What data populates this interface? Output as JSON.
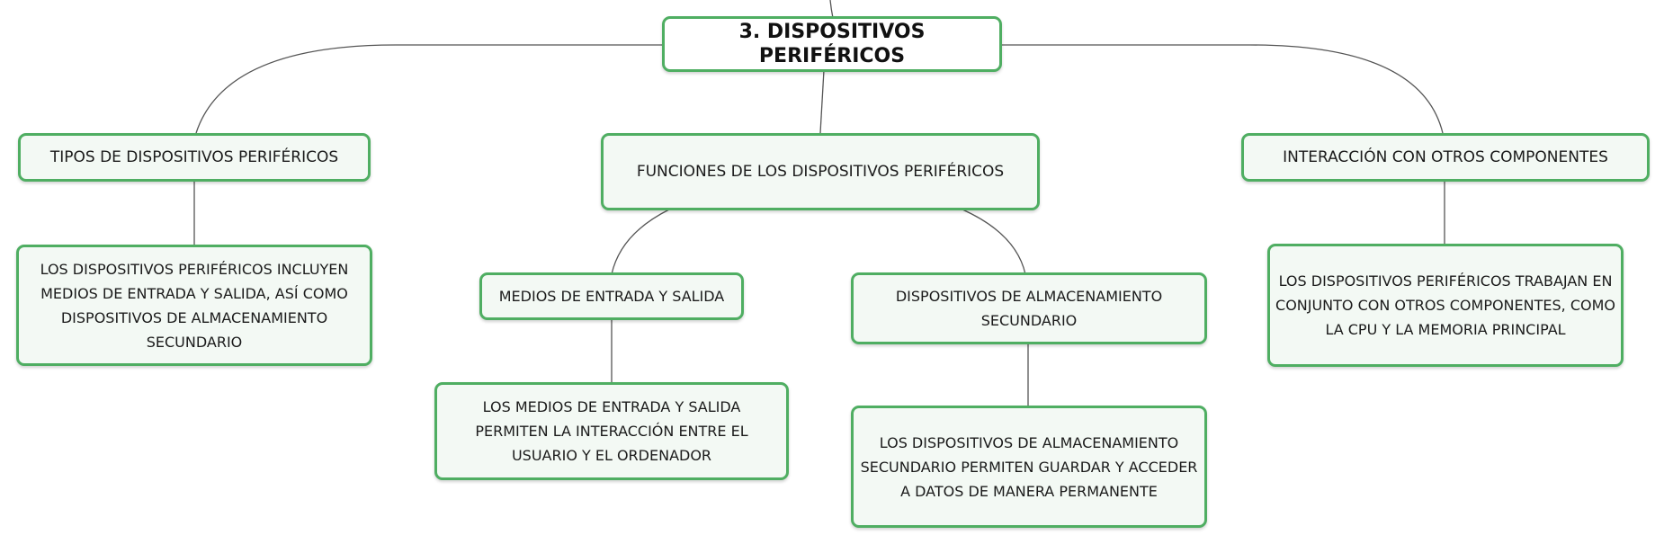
{
  "colors": {
    "node_border": "#4fae62",
    "node_fill": "#f3f9f4",
    "connector": "#555555"
  },
  "nodes": {
    "root": "3. DISPOSITIVOS PERIFÉRICOS",
    "tipos": "TIPOS DE DISPOSITIVOS PERIFÉRICOS",
    "tipos_desc": "LOS DISPOSITIVOS PERIFÉRICOS INCLUYEN MEDIOS DE ENTRADA Y SALIDA, ASÍ COMO DISPOSITIVOS DE ALMACENAMIENTO SECUNDARIO",
    "funciones": "FUNCIONES DE LOS DISPOSITIVOS PERIFÉRICOS",
    "medios": "MEDIOS DE ENTRADA Y SALIDA",
    "medios_desc": "LOS MEDIOS DE ENTRADA Y SALIDA PERMITEN LA INTERACCIÓN ENTRE EL USUARIO Y EL ORDENADOR",
    "almacenamiento": "DISPOSITIVOS DE ALMACENAMIENTO SECUNDARIO",
    "almacenamiento_desc": "LOS DISPOSITIVOS DE ALMACENAMIENTO SECUNDARIO PERMITEN GUARDAR Y ACCEDER A DATOS DE MANERA PERMANENTE",
    "interaccion": "INTERACCIÓN CON OTROS COMPONENTES",
    "interaccion_desc": "LOS DISPOSITIVOS PERIFÉRICOS TRABAJAN EN CONJUNTO CON OTROS COMPONENTES, COMO LA CPU Y LA MEMORIA PRINCIPAL"
  }
}
